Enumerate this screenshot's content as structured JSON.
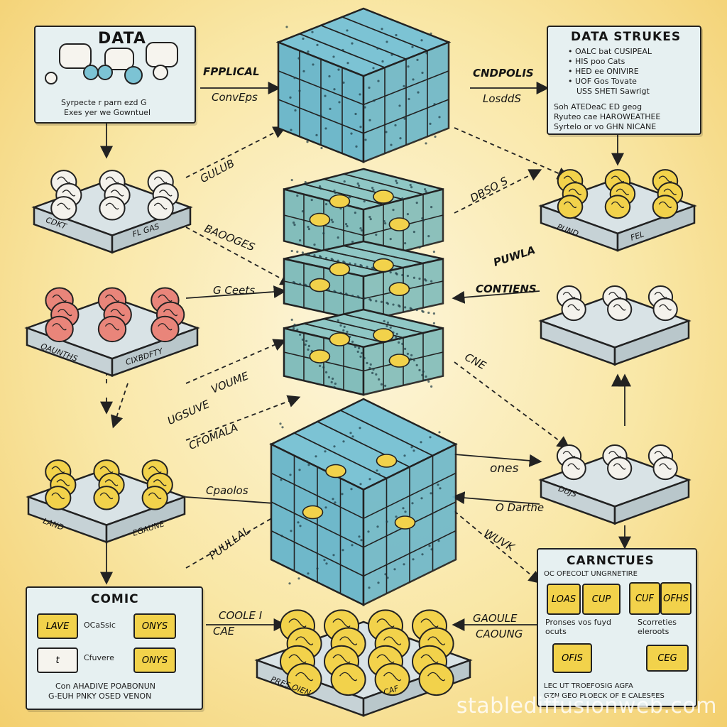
{
  "panels": {
    "top_left": {
      "title": "DATA",
      "lines": [
        "Syrpecte r parn ezd G",
        "Exes yer we Gowntuel"
      ]
    },
    "top_right": {
      "title": "DATA STRUKES",
      "bullets": [
        "OALC bat CUSIPEAL",
        "HIS poo Cats",
        "HED ee ONIVIRE",
        "UOF Gos Tovate",
        "USS SHETI Sawrigt"
      ],
      "lines": [
        "Soh ATEDeaC ED geog",
        "Ryuteo cae HAROWEATHEE",
        "Syrtelo or vo GHN NICANE"
      ]
    },
    "bottom_left": {
      "title": "COMIC",
      "tiles": [
        "LAVE",
        "ONYS",
        "t",
        "ONYS"
      ],
      "tile_captions": [
        "OCaSsic",
        "Cfuvere"
      ],
      "lines": [
        "Con AHADIVE POABONUN",
        "G-EUH PNKY OSED VENON"
      ]
    },
    "bottom_right": {
      "title": "CARNCTUES",
      "subtitle": "OC OFECOLT UNGRNETIRE",
      "tiles": [
        "LOAS",
        "CUP",
        "CUF",
        "OFHS",
        "OFIS",
        "CEG"
      ],
      "captions": [
        "Pronses vos fuyd ocuts",
        "Scorreties eleroots"
      ],
      "lines": [
        "LEC UT TROEFOSIG AGFA",
        "GZN GEO PLOECK OF E CALESEES"
      ]
    }
  },
  "labels": {
    "fpplical": "FPPLICAL",
    "convops": "ConvEps",
    "ondpolis": "CNDPOLIS",
    "losdds": "LosddS",
    "gulub": "GULUB",
    "baooges": "BAOOGES",
    "dbsos": "DBSO S",
    "puwla": "PUWLA",
    "gcecb": "G Ceets",
    "contiens": "CONTIENS",
    "urlsue": "UGSUVE",
    "voume": "VOUME",
    "ecne": "CNE",
    "cfomala": "CFOMALA",
    "cpaolos": "Cpaolos",
    "ones": "ones",
    "odarthe": "O Darthe",
    "wuvk": "WUVK",
    "pulrall": "PUULLAL",
    "coolel": "COOLE I",
    "cace": "CAE",
    "gaoule": "GAOULE",
    "cadung": "CAOUNG"
  },
  "tray_labels": {
    "tl1_a": "CDKT",
    "tl1_b": "FL GAS",
    "tl2_a": "QAUNTHS",
    "tl2_b": "CIXBDFTY",
    "tl3_a": "LAND",
    "tl3_b": "EGAUNE",
    "tr1_a": "PUND",
    "tr1_b": "FEL",
    "tr3": "DUJS",
    "bc_a": "PRES OIEN",
    "bc_b": "CAF"
  },
  "watermark": "stablediffusionweb.com",
  "colors": {
    "blue": "#7cc3d4",
    "blue_dark": "#3f8ea3",
    "teal": "#8fc7c5",
    "yellow": "#f2d24b",
    "red": "#e9857a",
    "white": "#f4f2ec",
    "tray": "#d9e3e6",
    "ink": "#1d1d1d"
  }
}
